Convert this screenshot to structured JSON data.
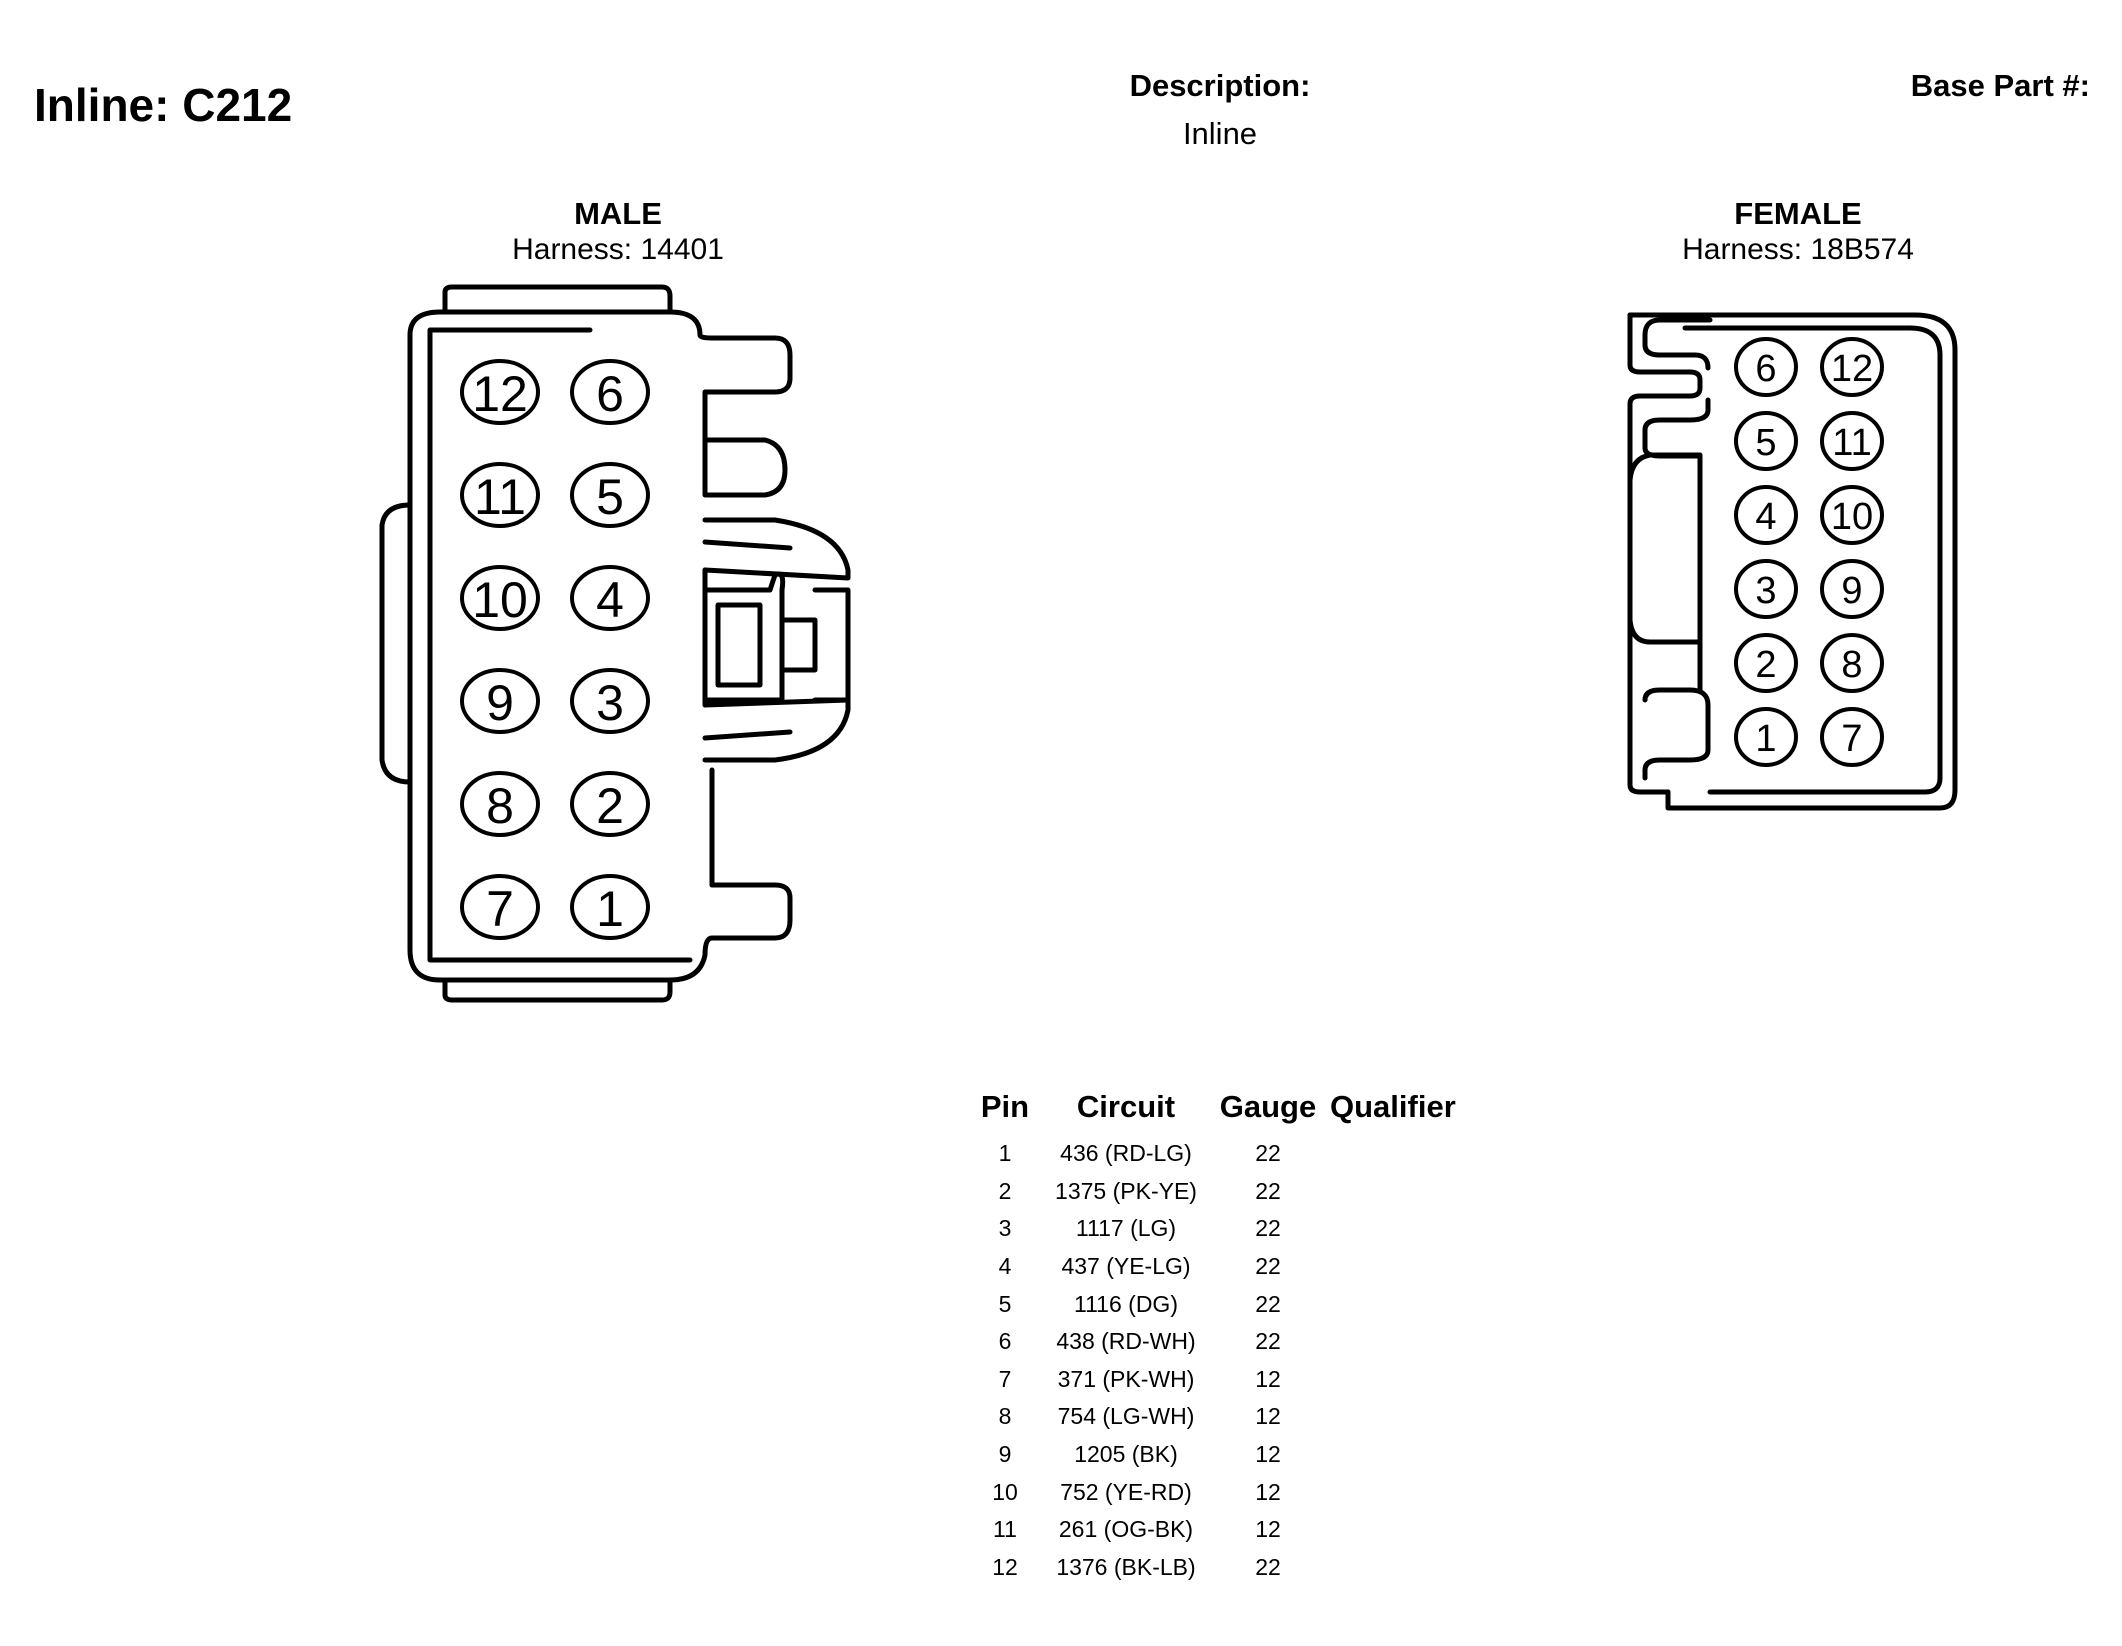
{
  "header": {
    "title": "Inline: C212",
    "description_label": "Description:",
    "description_value": "Inline",
    "base_part_label": "Base Part #:"
  },
  "connectors": {
    "male": {
      "label": "MALE",
      "harness": "Harness: 14401",
      "pin_grid": [
        [
          "12",
          "6"
        ],
        [
          "11",
          "5"
        ],
        [
          "10",
          "4"
        ],
        [
          "9",
          "3"
        ],
        [
          "8",
          "2"
        ],
        [
          "7",
          "1"
        ]
      ]
    },
    "female": {
      "label": "FEMALE",
      "harness": "Harness: 18B574",
      "pin_grid": [
        [
          "6",
          "12"
        ],
        [
          "5",
          "11"
        ],
        [
          "4",
          "10"
        ],
        [
          "3",
          "9"
        ],
        [
          "2",
          "8"
        ],
        [
          "1",
          "7"
        ]
      ]
    }
  },
  "pin_table": {
    "headers": [
      "Pin",
      "Circuit",
      "Gauge",
      "Qualifier"
    ],
    "rows": [
      [
        "1",
        "436 (RD-LG)",
        "22",
        ""
      ],
      [
        "2",
        "1375 (PK-YE)",
        "22",
        ""
      ],
      [
        "3",
        "1117 (LG)",
        "22",
        ""
      ],
      [
        "4",
        "437 (YE-LG)",
        "22",
        ""
      ],
      [
        "5",
        "1116 (DG)",
        "22",
        ""
      ],
      [
        "6",
        "438 (RD-WH)",
        "22",
        ""
      ],
      [
        "7",
        "371 (PK-WH)",
        "12",
        ""
      ],
      [
        "8",
        "754 (LG-WH)",
        "12",
        ""
      ],
      [
        "9",
        "1205 (BK)",
        "12",
        ""
      ],
      [
        "10",
        "752 (YE-RD)",
        "12",
        ""
      ],
      [
        "11",
        "261 (OG-BK)",
        "12",
        ""
      ],
      [
        "12",
        "1376 (BK-LB)",
        "22",
        ""
      ]
    ]
  }
}
